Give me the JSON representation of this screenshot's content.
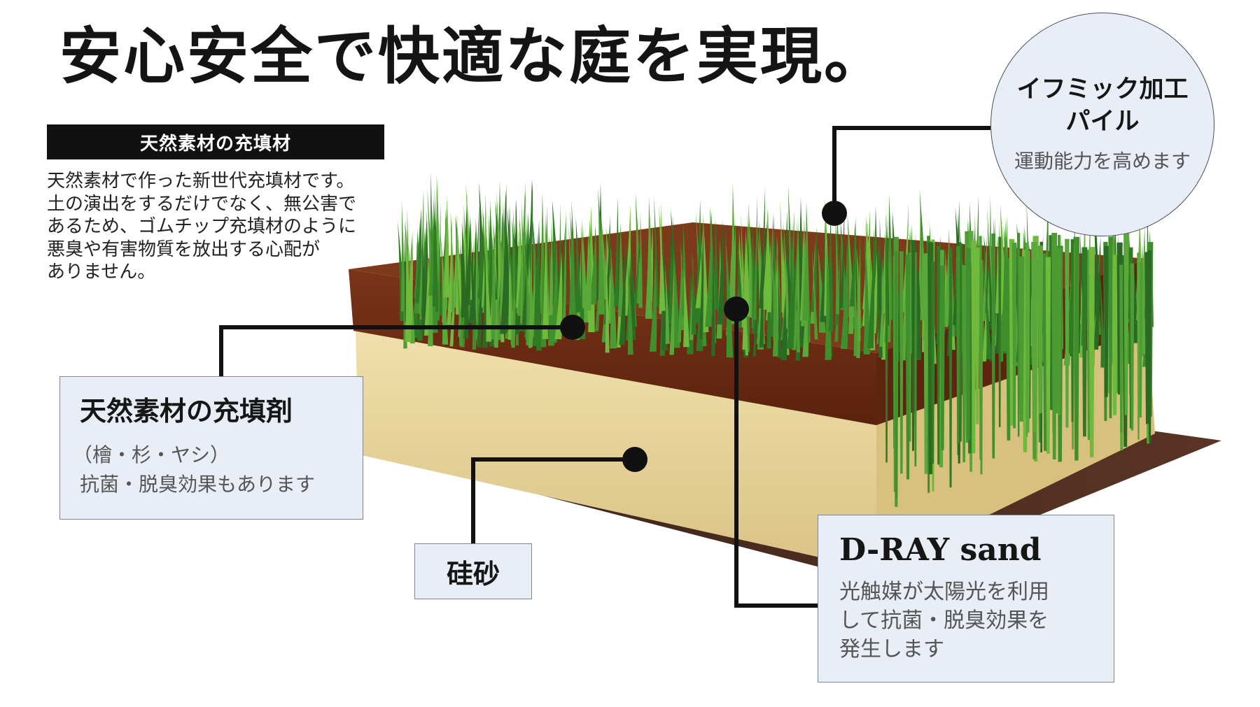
{
  "header": {
    "title": "安心安全で快適な庭を実現。"
  },
  "intro": {
    "heading": "天然素材の充填材",
    "body_lines": [
      "天然素材で作った新世代充填材です。",
      "土の演出をするだけでなく、無公害で",
      "あるため、ゴムチップ充填材のように",
      "悪臭や有害物質を放出する心配が",
      "ありません。"
    ]
  },
  "callouts": {
    "natural_filler": {
      "title": "天然素材の充填剤",
      "lines": [
        "（檜・杉・ヤシ）",
        "抗菌・脱臭効果もあります"
      ]
    },
    "silica_sand": {
      "title": "硅砂"
    },
    "dray_sand": {
      "title": "D-RAY sand",
      "lines": [
        "光触媒が太陽光を利用",
        "して抗菌・脱臭効果を",
        "発生します"
      ]
    },
    "pile": {
      "title_lines": [
        "イフミック加工",
        "パイル"
      ],
      "text": "運動能力を高めます"
    }
  },
  "colors": {
    "grass_dark": "#2f7a25",
    "grass_light": "#6fba3c",
    "soil": "#6a2a12",
    "sand": "#e8d49a",
    "base": "#4a2a1a",
    "callout_bg": "#e8edf6",
    "heading_bg": "#111111"
  }
}
